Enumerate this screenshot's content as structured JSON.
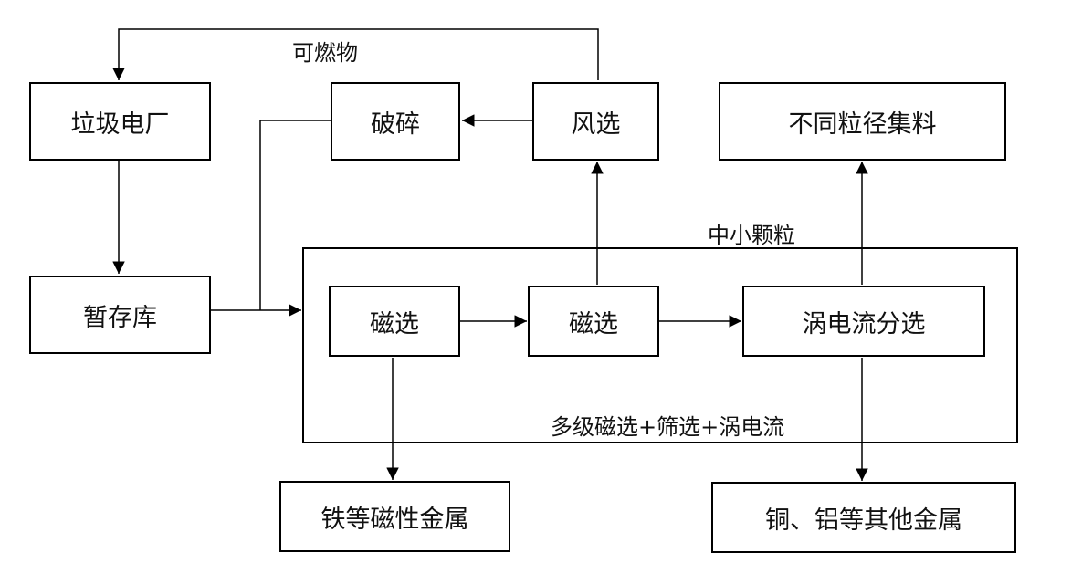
{
  "nodes": {
    "waste_plant": "垃圾电厂",
    "crushing": "破碎",
    "air_separation": "风选",
    "aggregates": "不同粒径集料",
    "temp_storage": "暂存库",
    "magnetic_sep_1": "磁选",
    "magnetic_sep_2": "磁选",
    "eddy_current_sep": "涡电流分选",
    "ferrous_metals": "铁等磁性金属",
    "nonferrous_metals": "铜、铝等其他金属"
  },
  "labels": {
    "combustibles": "可燃物",
    "medium_small_particles": "中小颗粒",
    "process_group": "多级磁选+筛选+涡电流"
  },
  "colors": {
    "line": "#000000",
    "text": "#111111",
    "background": "#ffffff"
  }
}
